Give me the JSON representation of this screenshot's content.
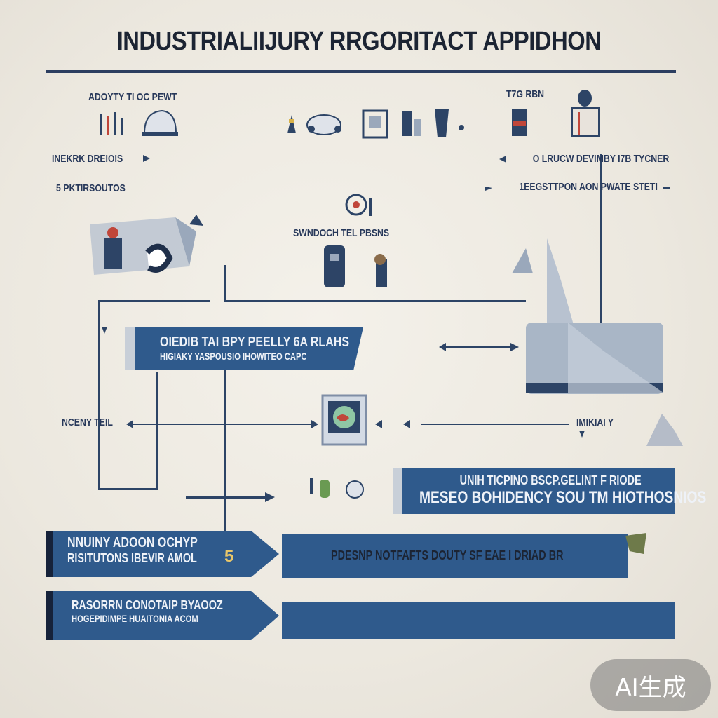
{
  "title": "INDUSTRIALIIJURY RRGORITACT APPIDHON",
  "labels": {
    "top_left_heading": "ADOYTY TI OC PEWT",
    "top_right_heading": "T7G RBN",
    "left_row1": "INEKRK DREIOIS",
    "left_row2": "5 PKTIRSOUTOS",
    "right_row1": "O LRUCW DEVIMBY I7B TYCNER",
    "right_row2": "1EEGSTTPON AON PWATE STETI",
    "center_caption": "SWNDOCH TEL PBSNS",
    "left_mid": "NCENY TEIL",
    "right_mid": "IMIKIAI Y"
  },
  "bands": {
    "band_a_line1": "OIEDIB TAI BPY PEELLY 6A RLAHS",
    "band_a_line2": "HIGIAKY YASPOUSIO IHOWITEO CAPC",
    "band_b_line1": "UNIH TICPINO BSCP.GELINT F RIODE",
    "band_b_line2": "MESEO BOHIDENCY SOU TM HIOTHOSNIOS",
    "band_c_line1": "NNUINY ADOON OCHYP",
    "band_c_line2": "RISITUTONS IBEVIR AMOL",
    "band_c_badge": "5",
    "band_d": "PDESNP NOTFAFTS DOUTY SF EAE I DRIAD BR",
    "band_e_line1": "RASORRN CONOTAIP BYAOOZ",
    "band_e_line2": "HOGEPIDIMPE HUAITONIA ACOM"
  },
  "icons": {
    "hardhat": "hardhat-icon",
    "worker": "worker-icon",
    "document": "document-icon",
    "shield": "shield-icon",
    "gear": "gear-icon",
    "file": "file-icon",
    "warning": "warning-icon"
  },
  "watermark": "AI生成",
  "colors": {
    "band": "#2f5a8c",
    "ink": "#2d4466",
    "accent_red": "#c0463a",
    "accent_green": "#6a9a52"
  }
}
